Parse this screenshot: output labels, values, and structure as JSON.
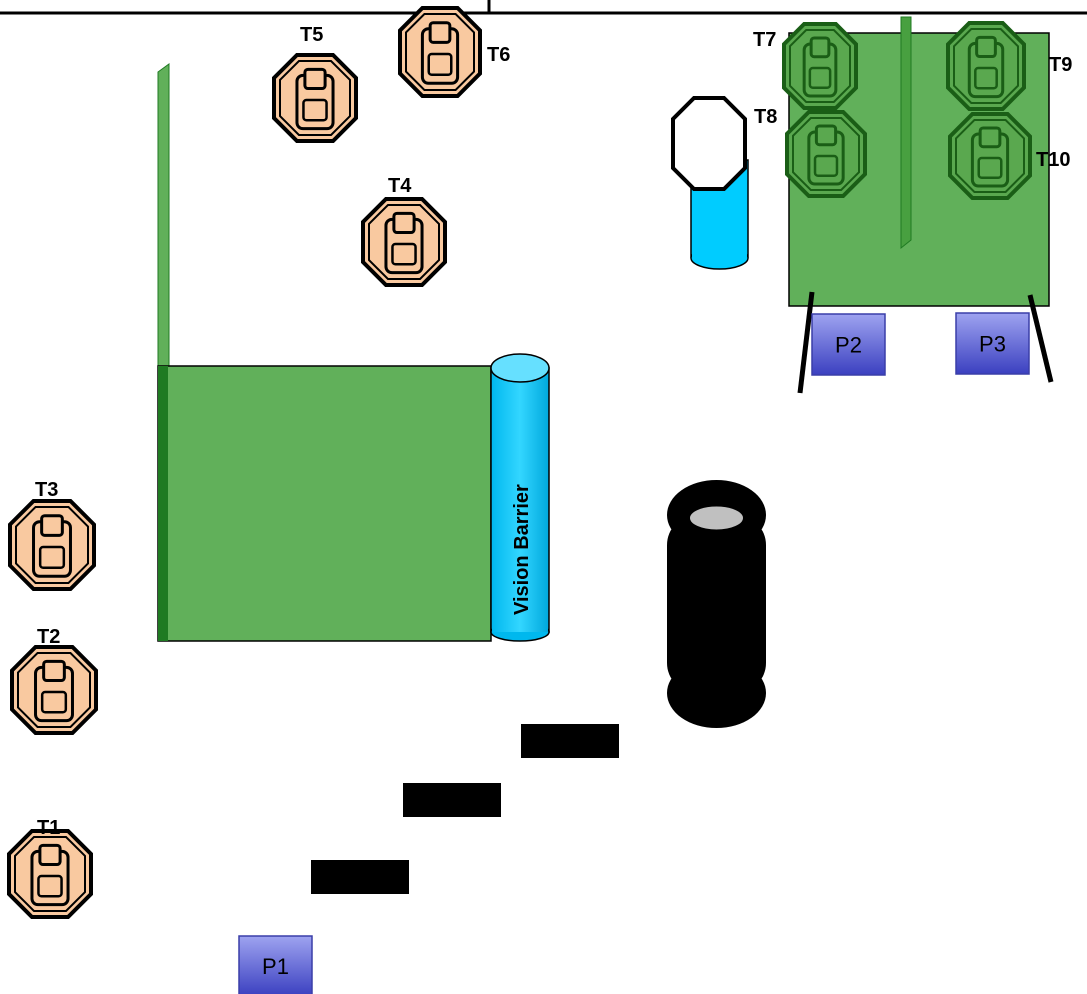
{
  "diagram": {
    "targets": [
      {
        "id": "T1",
        "label": "T1",
        "color": "#f9c9a0"
      },
      {
        "id": "T2",
        "label": "T2",
        "color": "#f9c9a0"
      },
      {
        "id": "T3",
        "label": "T3",
        "color": "#f9c9a0"
      },
      {
        "id": "T4",
        "label": "T4",
        "color": "#f9c9a0"
      },
      {
        "id": "T5",
        "label": "T5",
        "color": "#f9c9a0"
      },
      {
        "id": "T6",
        "label": "T6",
        "color": "#f9c9a0"
      },
      {
        "id": "T7",
        "label": "T7",
        "color": "#5aa84f"
      },
      {
        "id": "T8",
        "label": "T8",
        "color": "#ffffff"
      },
      {
        "id": "T9",
        "label": "T9",
        "color": "#5aa84f"
      },
      {
        "id": "T10",
        "label": "T10",
        "color": "#5aa84f"
      }
    ],
    "positions": [
      {
        "id": "P1",
        "label": "P1"
      },
      {
        "id": "P2",
        "label": "P2"
      },
      {
        "id": "P3",
        "label": "P3"
      }
    ],
    "vision_barrier": {
      "label": "Vision Barrier",
      "color": "#00ccff"
    },
    "colors": {
      "wall_green": "#61b05a",
      "wall_dark": "#1f7a22",
      "person_fill": "#f9c9a0",
      "position_fill": "#5a5fd0",
      "barrel_black": "#000000",
      "barrier_blue": "#00ccff"
    }
  }
}
